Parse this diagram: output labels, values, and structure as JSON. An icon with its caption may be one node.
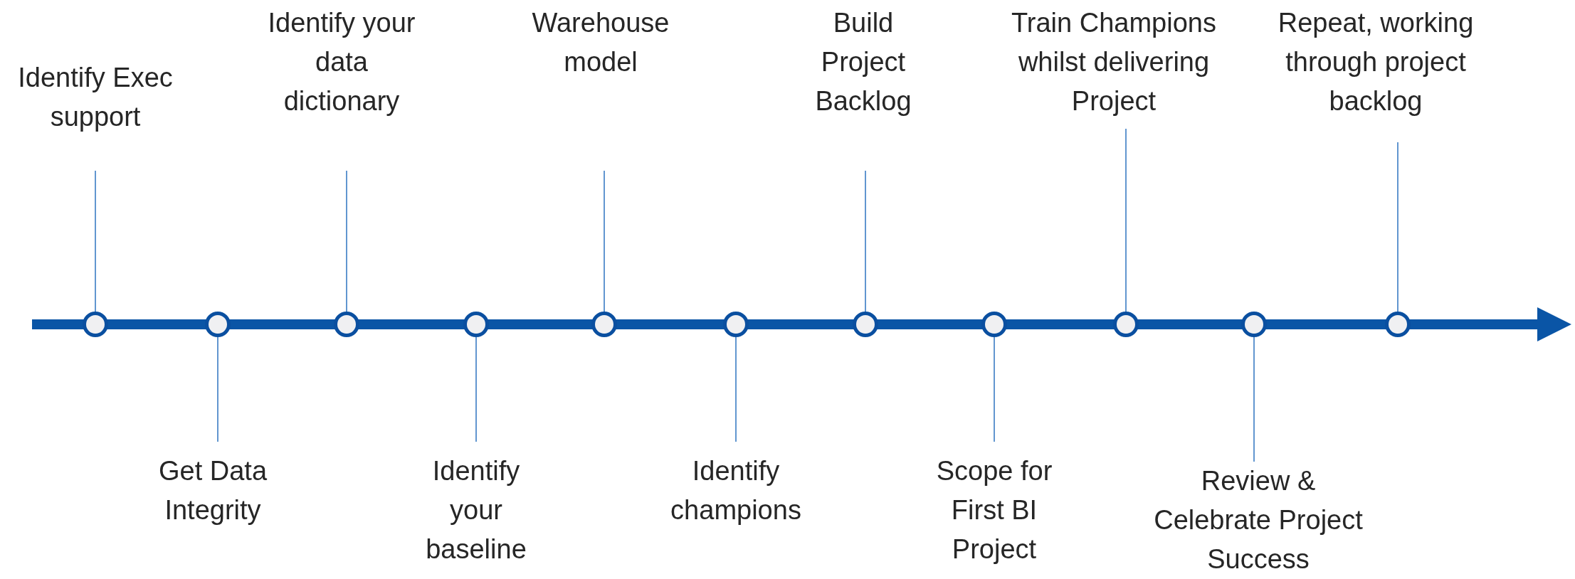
{
  "diagram": {
    "nodes": [
      {
        "text": [
          "Identify Exec support"
        ]
      },
      {
        "text": [],
        "shape": "circle"
      },
      {
        "text": [
          "Get Data Integrity"
        ]
      },
      {
        "text": [],
        "shape": "circle"
      },
      {
        "text": [
          "Identify your data dictionary"
        ]
      },
      {
        "text": [],
        "shape": "circle"
      },
      {
        "text": [
          "Identify your baseline"
        ]
      },
      {
        "text": [],
        "shape": "circle"
      },
      {
        "text": [
          "Warehouse model"
        ]
      },
      {
        "text": [],
        "shape": "circle"
      },
      {
        "text": [
          "Identify champions"
        ]
      },
      {
        "text": [],
        "shape": "circle"
      },
      {
        "text": [
          "Build Project Backlog"
        ]
      },
      {
        "text": [],
        "shape": "circle"
      },
      {
        "text": [
          "Scope for First BI Project"
        ]
      },
      {
        "text": [],
        "shape": "circle"
      },
      {
        "text": [
          "Train Champions whilst delivering Project"
        ]
      },
      {
        "text": [],
        "shape": "circle"
      },
      {
        "text": [
          "Review & Celebrate Project Success"
        ]
      },
      {
        "text": [],
        "shape": "circle"
      },
      {
        "text": [
          "Repeat, working through project backlog"
        ]
      },
      {
        "text": [],
        "shape": "circle"
      }
    ],
    "edges": [
      {
        "from": 0,
        "to": 1,
        "arrow": "none"
      },
      {
        "from": 2,
        "to": 3,
        "arrow": "none"
      },
      {
        "from": 4,
        "to": 5,
        "arrow": "none"
      },
      {
        "from": 6,
        "to": 7,
        "arrow": "none"
      },
      {
        "from": 8,
        "to": 9,
        "arrow": "none"
      },
      {
        "from": 10,
        "to": 11,
        "arrow": "none"
      },
      {
        "from": 12,
        "to": 13,
        "arrow": "none"
      },
      {
        "from": 14,
        "to": 15,
        "arrow": "none"
      },
      {
        "from": 16,
        "to": 17,
        "arrow": "none"
      },
      {
        "from": 18,
        "to": 19,
        "arrow": "none"
      },
      {
        "from": 20,
        "to": 21,
        "arrow": "none"
      }
    ]
  }
}
